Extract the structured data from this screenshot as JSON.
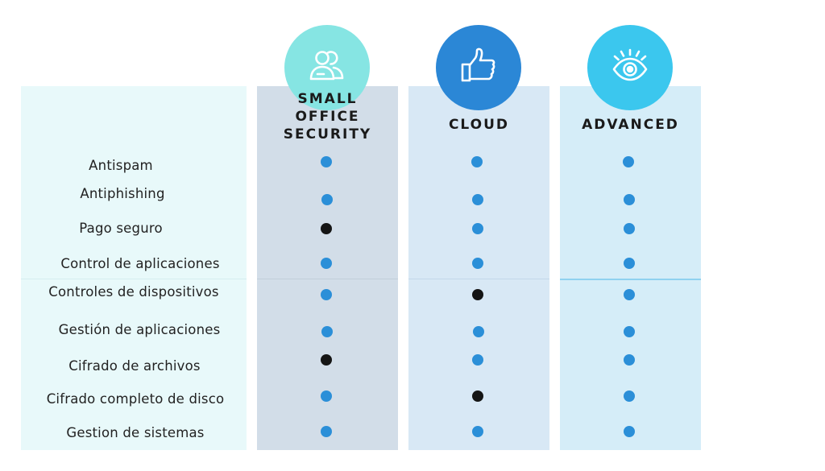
{
  "colors": {
    "included": "#2b8fd8",
    "highlight": "#151515"
  },
  "columns": [
    {
      "key": "small",
      "title": "SMALL\nOFFICE\nSECURITY",
      "icon": "users-icon",
      "badge_color": "#86e5e3"
    },
    {
      "key": "cloud",
      "title": "CLOUD",
      "icon": "thumbs-up-icon",
      "badge_color": "#2b87d6"
    },
    {
      "key": "advanced",
      "title": "ADVANCED",
      "icon": "eye-icon",
      "badge_color": "#3bc7ee"
    }
  ],
  "features": [
    {
      "label": "Antispam",
      "marks": [
        "included",
        "included",
        "included"
      ]
    },
    {
      "label": "Antiphishing",
      "marks": [
        "included",
        "included",
        "included"
      ]
    },
    {
      "label": "Pago seguro",
      "marks": [
        "highlight",
        "included",
        "included"
      ]
    },
    {
      "label": "Control de aplicaciones",
      "marks": [
        "included",
        "included",
        "included"
      ]
    },
    {
      "label": "Controles de dispositivos",
      "marks": [
        "included",
        "highlight",
        "included"
      ]
    },
    {
      "label": "Gestión de aplicaciones",
      "marks": [
        "included",
        "included",
        "included"
      ]
    },
    {
      "label": "Cifrado de archivos",
      "marks": [
        "highlight",
        "included",
        "included"
      ]
    },
    {
      "label": "Cifrado completo de disco",
      "marks": [
        "included",
        "highlight",
        "included"
      ]
    },
    {
      "label": "Gestion de sistemas",
      "marks": [
        "included",
        "included",
        "included"
      ]
    }
  ]
}
